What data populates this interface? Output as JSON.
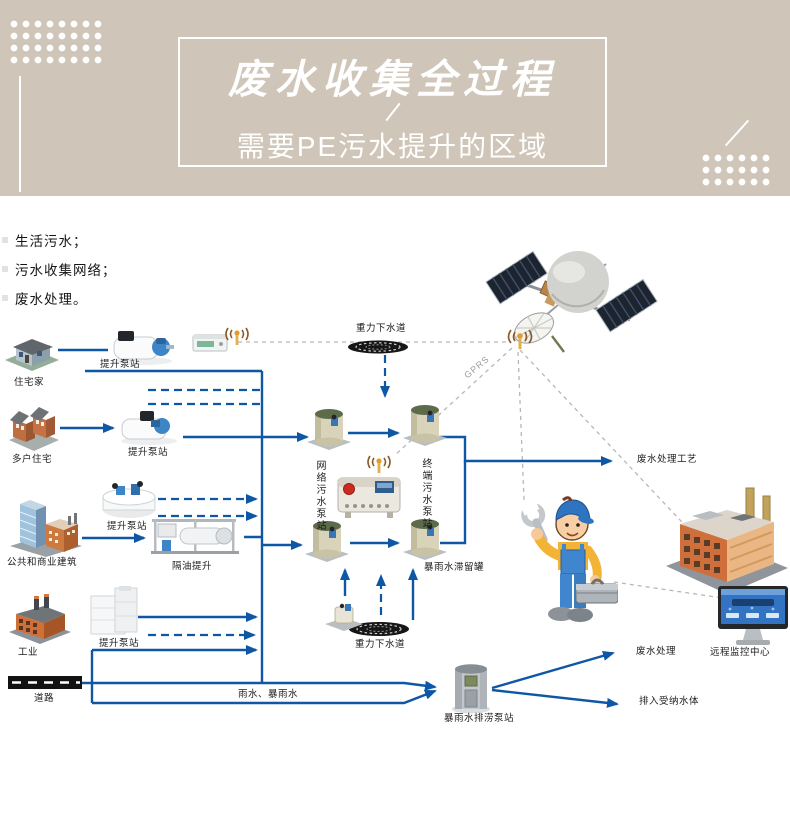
{
  "banner": {
    "title": "废水收集全过程",
    "subtitle": "需要PE污水提升的区域"
  },
  "intro": {
    "items": [
      "生活污水；",
      "污水收集网络；",
      "废水处理。"
    ]
  },
  "labels": {
    "residential": "住宅家",
    "lift_station_1": "提升泵站",
    "multi_family": "多户住宅",
    "lift_station_2": "提升泵站",
    "lift_station_3": "提升泵站",
    "public_commercial": "公共和商业建筑",
    "grease_lift": "隔油提升",
    "industry": "工业",
    "lift_station_4": "提升泵站",
    "road": "道路",
    "rain_storm_water": "雨水、暴雨水",
    "gravity_sewer_top": "重力下水道",
    "gravity_sewer_bottom": "重力下水道",
    "network_sewage_station": "网络污水泵站",
    "terminal_sewage_station": "终端污水泵站",
    "storm_retention_tank": "暴雨水滞留罐",
    "storm_drain_station": "暴雨水排涝泵站",
    "gprs": "GPRS",
    "treatment_process": "废水处理工艺",
    "waste_treatment": "废水处理",
    "receiving_water": "排入受纳水体",
    "remote_center": "远程监控中心"
  },
  "colors": {
    "banner_bg": "#cfc6b9",
    "flow_blue": "#0e57a5",
    "wireless_gray": "#b3b3b3"
  }
}
